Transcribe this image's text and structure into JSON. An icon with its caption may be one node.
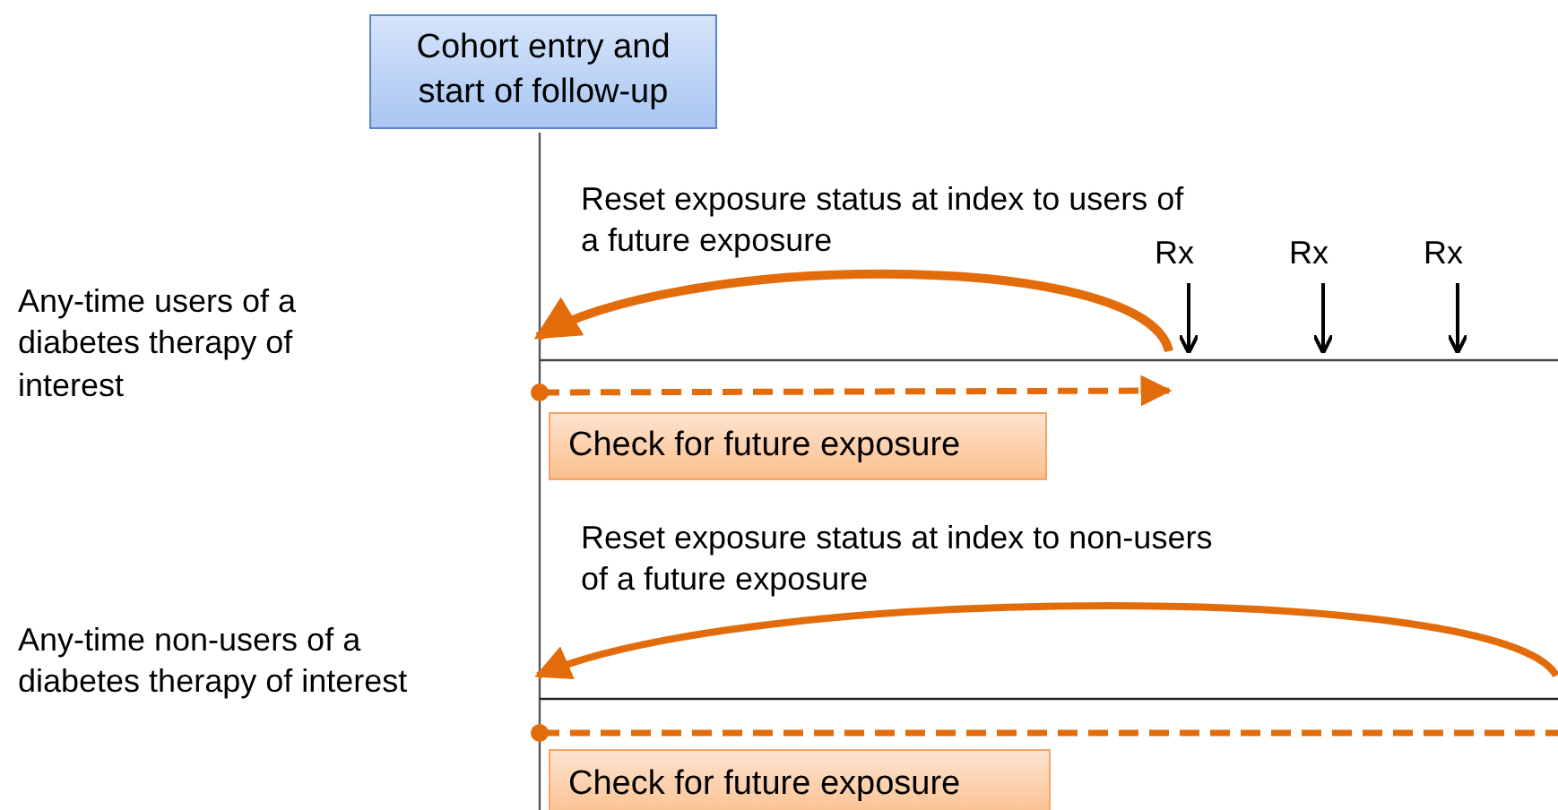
{
  "diagram": {
    "nodes": [
      {
        "text": [
          "Cohort entry and start of follow-up"
        ]
      },
      {
        "text": [
          "Check for future exposure"
        ]
      },
      {
        "text": [
          "Check for future exposure"
        ]
      }
    ],
    "labels": [
      "Reset exposure status at index to users of a future exposure",
      "Rx",
      "Rx",
      "Rx",
      "Any-time users of a diabetes therapy of interest",
      "Reset exposure status at index to non-users of a future exposure",
      "Any-time non-users of a diabetes therapy of interest"
    ]
  }
}
